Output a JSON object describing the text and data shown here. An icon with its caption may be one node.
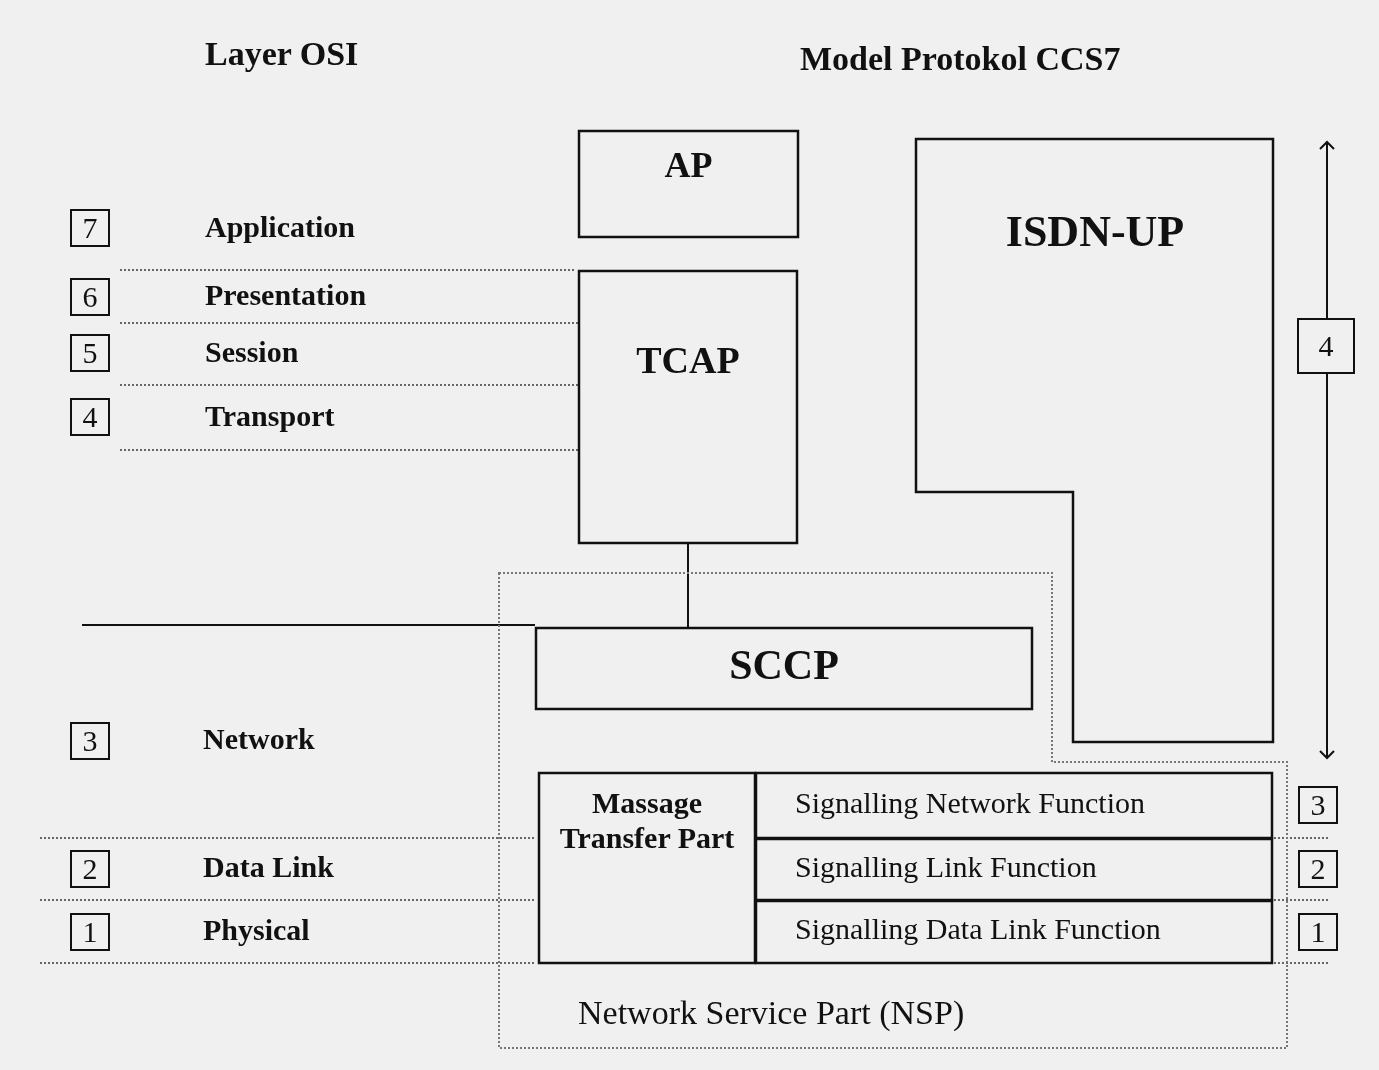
{
  "diagram": {
    "nodes": [
      {
        "text": [
          "AP"
        ]
      },
      {
        "text": [
          "TCAP"
        ]
      },
      {
        "text": [
          "ISDN-UP"
        ]
      },
      {
        "text": [
          "Network Service Part (NSP)"
        ]
      },
      {
        "text": [
          "SCCP"
        ],
        "in": 3
      },
      {
        "text": [
          "Massage Transfer Part"
        ],
        "in": 3
      },
      {
        "text": [
          "Signalling Network Function"
        ],
        "in": 3
      },
      {
        "text": [
          "Signalling Link Function"
        ],
        "in": 3
      },
      {
        "text": [
          "Signalling Data Link Function"
        ],
        "in": 3
      }
    ],
    "edges": [
      {
        "from": 1,
        "to": 4,
        "arrow": "none"
      }
    ],
    "labels": [
      "Layer OSI",
      "Model Protokol CCS7",
      "7",
      "Application",
      "6",
      "Presentation",
      "5",
      "Session",
      "4",
      "Transport",
      "3",
      "Network",
      "2",
      "Data Link",
      "1",
      "Physical",
      "4",
      "3",
      "2",
      "1"
    ]
  }
}
